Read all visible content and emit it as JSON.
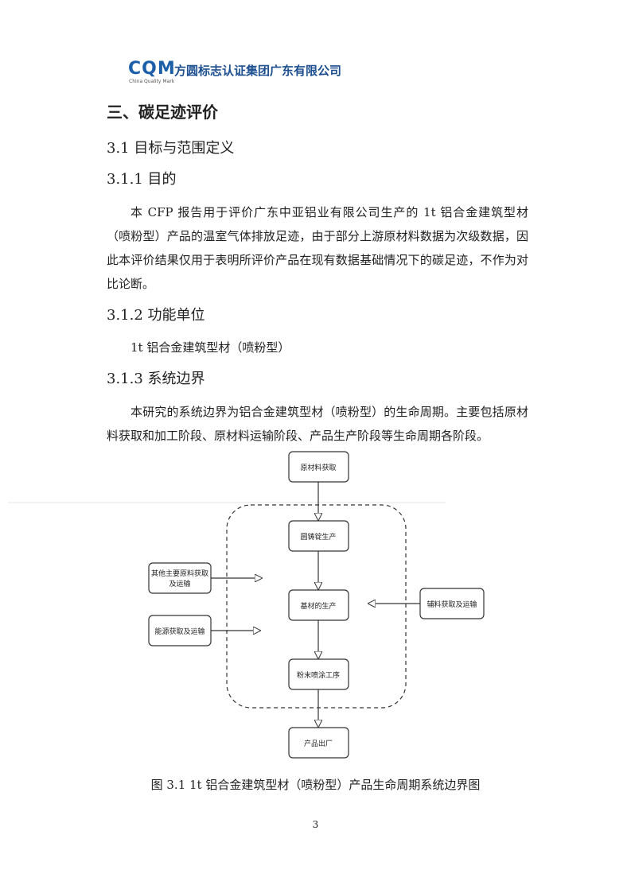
{
  "header": {
    "logo_mark": "CQM",
    "logo_sub": "China Quality Mark",
    "company": "方圆标志认证集团广东有限公司"
  },
  "section": {
    "title": "三、碳足迹评价",
    "s31": "3.1 目标与范围定义",
    "s311": "3.1.1 目的",
    "s311_text": "本 CFP 报告用于评价广东中亚铝业有限公司生产的 1t 铝合金建筑型材（喷粉型）产品的温室气体排放足迹，由于部分上游原材料数据为次级数据，因此本评价结果仅用于表明所评价产品在现有数据基础情况下的碳足迹，不作为对比论断。",
    "s312": "3.1.2 功能单位",
    "s312_text": "1t 铝合金建筑型材（喷粉型）",
    "s313": "3.1.3 系统边界",
    "s313_text": "本研究的系统边界为铝合金建筑型材（喷粉型）的生命周期。主要包括原材料获取和加工阶段、原材料运输阶段、产品生产阶段等生命周期各阶段。"
  },
  "diagram": {
    "raw_material": "原材料获取",
    "ingot": "圆铸锭生产",
    "base_material": "基材的生产",
    "coating": "粉末喷涂工序",
    "output": "产品出厂",
    "other_materials_line1": "其他主要原料获取",
    "other_materials_line2": "及运输",
    "energy": "能源获取及运输",
    "auxiliary": "辅料获取及运输"
  },
  "caption": "图 3.1 1t 铝合金建筑型材（喷粉型）产品生命周期系统边界图",
  "page_number": "3"
}
